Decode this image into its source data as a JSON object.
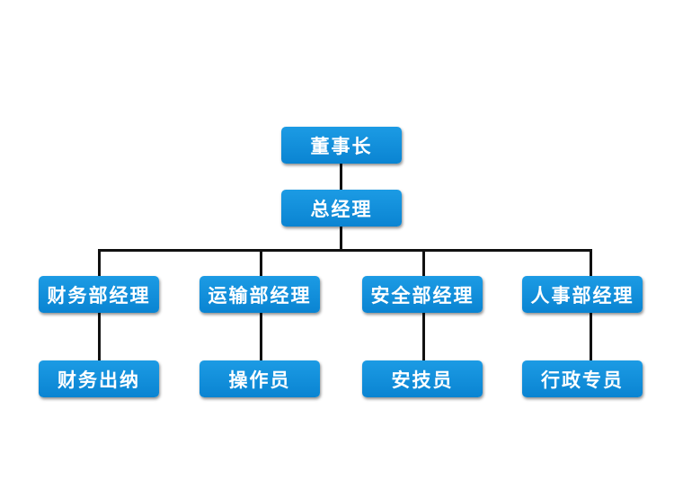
{
  "colors": {
    "box_fill": "#0b8fdb",
    "box_text": "#ffffff",
    "connector": "#111111",
    "background": "#ffffff"
  },
  "org_chart": {
    "root": {
      "label": "董事长"
    },
    "general_manager": {
      "label": "总经理"
    },
    "departments": [
      {
        "manager": "财务部经理",
        "staff": "财务出纳"
      },
      {
        "manager": "运输部经理",
        "staff": "操作员"
      },
      {
        "manager": "安全部经理",
        "staff": "安技员"
      },
      {
        "manager": "人事部经理",
        "staff": "行政专员"
      }
    ]
  }
}
